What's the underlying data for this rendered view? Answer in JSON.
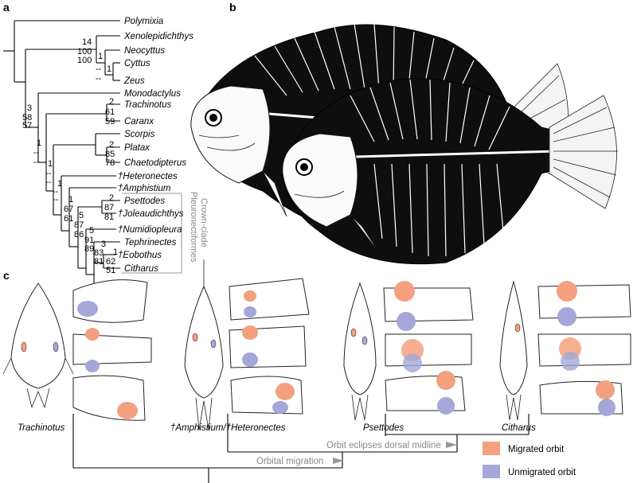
{
  "panels": {
    "a": "a",
    "b": "b",
    "c": "c"
  },
  "tree": {
    "taxa": [
      "Polymixia",
      "Xenolepidichthys",
      "Neocyttus",
      "Cyttus",
      "Zeus",
      "Monodactylus",
      "Trachinotus",
      "Caranx",
      "Scorpis",
      "Platax",
      "Chaetodipterus",
      "Heteronectes",
      "Amphistium",
      "Psettodes",
      "Joleaudichthys",
      "Numidiopleura",
      "Tephrinectes",
      "Eobothus",
      "Citharus"
    ],
    "fossil_marker": "†",
    "support": {
      "n1": [
        "14",
        "100",
        "100"
      ],
      "n2": [
        "1",
        "--"
      ],
      "n3": [
        "1",
        "--"
      ],
      "n4": [
        "3",
        "58",
        "57"
      ],
      "n5": [
        "2",
        "61",
        "59"
      ],
      "n6": [
        "1",
        "--",
        "--"
      ],
      "n7": [
        "2",
        "85",
        "78"
      ],
      "n8": [
        "1",
        "--",
        "--"
      ],
      "n9": [
        "1",
        "--",
        "--"
      ],
      "n10": [
        "1",
        "67",
        "61"
      ],
      "n11": [
        "2",
        "87",
        "81"
      ],
      "n12": [
        "5",
        "87",
        "86"
      ],
      "n13": [
        "5",
        "91",
        "89"
      ],
      "n14": [
        "3",
        "83",
        "81"
      ],
      "n15": [
        "1",
        "62",
        "51"
      ]
    },
    "clade_label_1": "Crown-clade",
    "clade_label_2": "Pleuronectiformes"
  },
  "panel_c": {
    "captions": {
      "trachinotus": "Trachinotus",
      "amphistium": "Amphistium",
      "heteronectes": "Heteronectes",
      "psettodes": "Psettodes",
      "citharus": "Citharus",
      "slash": "/"
    },
    "arrow_1": "Orbit eclipses dorsal midline",
    "arrow_2": "Orbital migration",
    "legend": [
      {
        "label": "Migrated orbit",
        "color": "#f4a07e"
      },
      {
        "label": "Unmigrated orbit",
        "color": "#a3a8d8"
      }
    ]
  }
}
